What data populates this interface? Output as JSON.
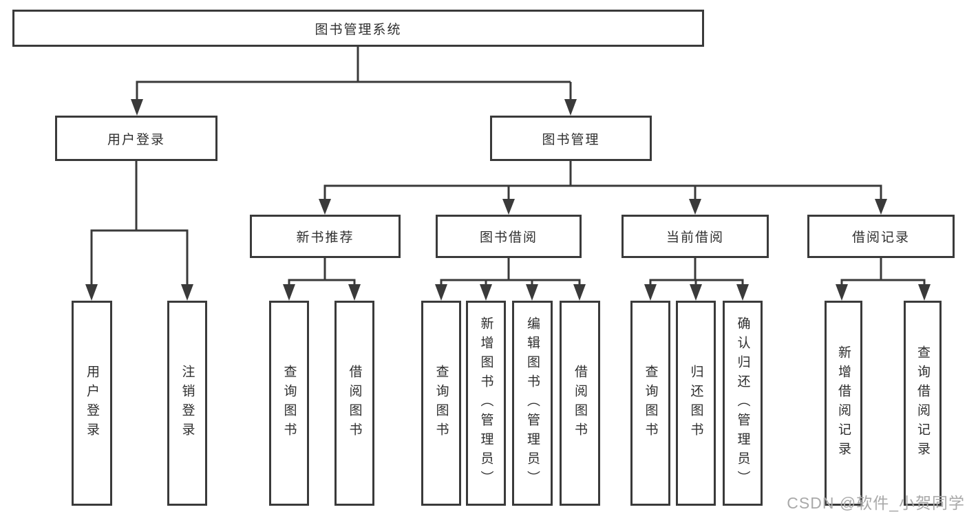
{
  "diagram": {
    "root": {
      "label": "图书管理系统"
    },
    "level2": [
      {
        "id": "user-login",
        "label": "用户登录"
      },
      {
        "id": "book-management",
        "label": "图书管理"
      }
    ],
    "level3": [
      {
        "id": "new-book-recommend",
        "label": "新书推荐"
      },
      {
        "id": "book-borrowing",
        "label": "图书借阅"
      },
      {
        "id": "current-borrowing",
        "label": "当前借阅"
      },
      {
        "id": "borrowing-records",
        "label": "借阅记录"
      }
    ],
    "leaves": {
      "user_login": [
        {
          "label": "用户登录"
        },
        {
          "label": "注销登录"
        }
      ],
      "new_book_recommend": [
        {
          "label": "查询图书"
        },
        {
          "label": "借阅图书"
        }
      ],
      "book_borrowing": [
        {
          "label": "查询图书"
        },
        {
          "label": "新增图书（管理员）"
        },
        {
          "label": "编辑图书（管理员）"
        },
        {
          "label": "借阅图书"
        }
      ],
      "current_borrowing": [
        {
          "label": "查询图书"
        },
        {
          "label": "归还图书"
        },
        {
          "label": "确认归还（管理员）"
        }
      ],
      "borrowing_records": [
        {
          "label": "新增借阅记录"
        },
        {
          "label": "查询借阅记录"
        }
      ]
    }
  },
  "watermark": {
    "text": "CSDN @软件_小贺同学"
  },
  "colors": {
    "line": "#3a3a3a",
    "box_border": "#3a3a3a",
    "text": "#2f2f2f",
    "watermark": "#a9a9a9",
    "background": "#ffffff"
  }
}
